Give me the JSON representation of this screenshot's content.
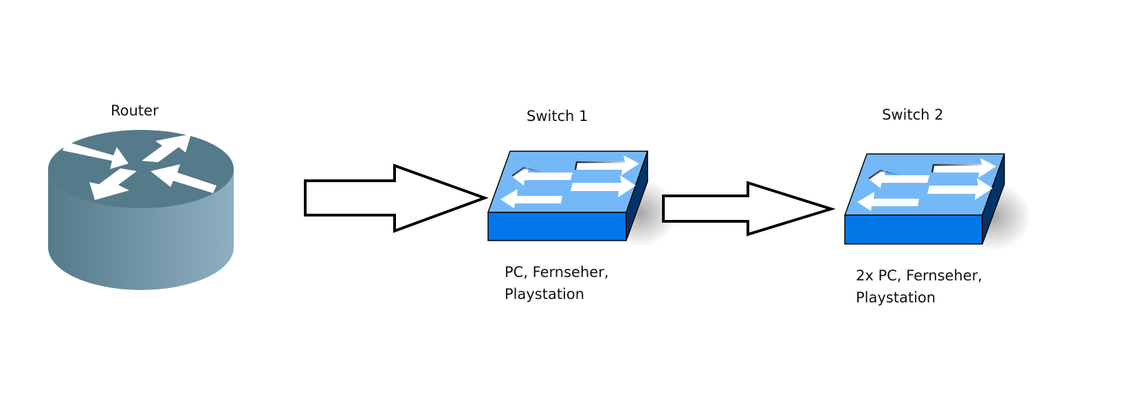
{
  "diagram": {
    "type": "network-topology",
    "nodes": [
      {
        "id": "router",
        "label": "Router",
        "icon": "router-icon",
        "description": ""
      },
      {
        "id": "switch1",
        "label": "Switch 1",
        "icon": "switch-icon",
        "description_lines": [
          "PC, Fernseher,",
          "Playstation"
        ]
      },
      {
        "id": "switch2",
        "label": "Switch 2",
        "icon": "switch-icon",
        "description_lines": [
          "2x PC, Fernseher,",
          "Playstation"
        ]
      }
    ],
    "edges": [
      {
        "from": "router",
        "to": "switch1",
        "style": "block-arrow"
      },
      {
        "from": "switch1",
        "to": "switch2",
        "style": "block-arrow"
      }
    ],
    "colors": {
      "router_top": "#557a89",
      "router_side_dark": "#557a89",
      "router_side_light": "#8eafc2",
      "switch_top": "#75b8f7",
      "switch_front": "#0277e8",
      "switch_side": "#02346b",
      "arrow_stroke": "#000000",
      "arrow_fill": "#ffffff"
    }
  }
}
